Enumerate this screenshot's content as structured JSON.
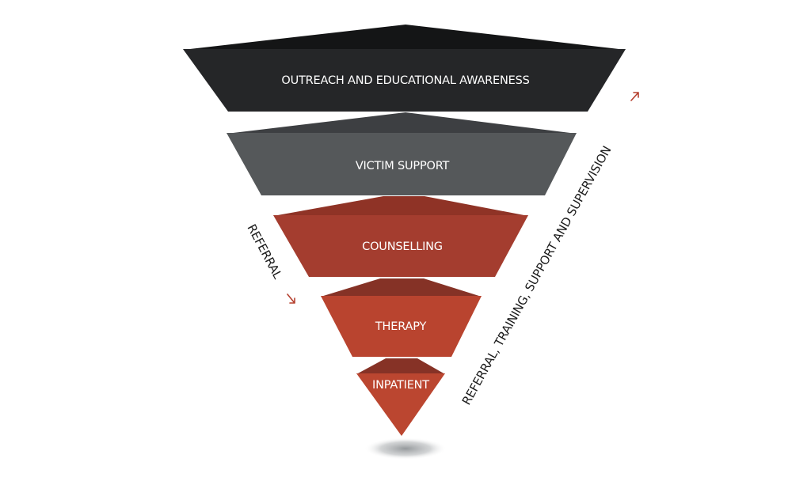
{
  "diagram": {
    "type": "inverted-pyramid",
    "layers": [
      {
        "label": "OUTREACH AND EDUCATIONAL AWARENESS",
        "color": "#252628",
        "cap_color": "#141516"
      },
      {
        "label": "VICTIM SUPPORT",
        "color": "#55585a",
        "cap_color": "#3d3f42"
      },
      {
        "label": "COUNSELLING",
        "color": "#a43d2f",
        "cap_color": "#8f3326"
      },
      {
        "label": "THERAPY",
        "color": "#b9442f",
        "cap_color": "#853226"
      },
      {
        "label": "INPATIENT",
        "color": "#bb4630",
        "cap_color": "#863226"
      }
    ],
    "left_annotation": {
      "text": "REFERRAL",
      "direction": "down",
      "arrow_color": "#b5402f"
    },
    "right_annotation": {
      "text": "REFERRAL, TRAINING, SUPPORT AND SUPERVISION",
      "direction": "up",
      "arrow_color": "#b5402f"
    },
    "shadow_color": "#8f9396"
  }
}
